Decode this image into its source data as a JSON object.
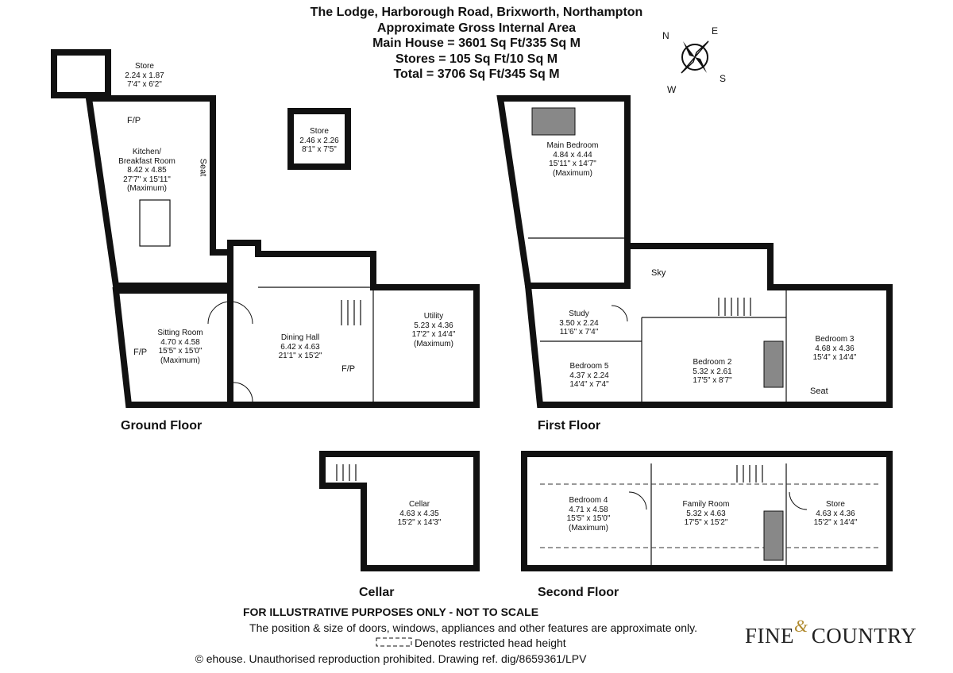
{
  "header": {
    "title": "The Lodge, Harborough Road, Brixworth, Northampton",
    "subtitle": "Approximate Gross Internal Area",
    "main_house": "Main House = 3601 Sq Ft/335 Sq M",
    "stores": "Stores = 105 Sq Ft/10 Sq M",
    "total": "Total = 3706 Sq Ft/345 Sq M"
  },
  "compass": {
    "n": "N",
    "e": "E",
    "s": "S",
    "w": "W"
  },
  "floors": {
    "ground": "Ground Floor",
    "first": "First Floor",
    "cellar": "Cellar",
    "second": "Second Floor"
  },
  "rooms": {
    "store_top": [
      "Store",
      "2.24 x 1.87",
      "7'4\" x 6'2\""
    ],
    "store_mid": [
      "Store",
      "2.46 x 2.26",
      "8'1\" x 7'5\""
    ],
    "kitchen": [
      "Kitchen/",
      "Breakfast Room",
      "8.42 x 4.85",
      "27'7\" x 15'11\"",
      "(Maximum)"
    ],
    "sitting": [
      "Sitting Room",
      "4.70 x 4.58",
      "15'5\" x 15'0\"",
      "(Maximum)"
    ],
    "dining": [
      "Dining Hall",
      "6.42 x 4.63",
      "21'1\" x 15'2\""
    ],
    "utility": [
      "Utility",
      "5.23 x 4.36",
      "17'2\" x 14'4\"",
      "(Maximum)"
    ],
    "main_bedroom": [
      "Main Bedroom",
      "4.84 x 4.44",
      "15'11\" x 14'7\"",
      "(Maximum)"
    ],
    "study": [
      "Study",
      "3.50 x 2.24",
      "11'6\" x 7'4\""
    ],
    "bedroom5": [
      "Bedroom 5",
      "4.37 x 2.24",
      "14'4\" x 7'4\""
    ],
    "bedroom2": [
      "Bedroom 2",
      "5.32 x 2.61",
      "17'5\" x 8'7\""
    ],
    "bedroom3": [
      "Bedroom 3",
      "4.68 x 4.36",
      "15'4\" x 14'4\""
    ],
    "cellar": [
      "Cellar",
      "4.63 x 4.35",
      "15'2\" x 14'3\""
    ],
    "bedroom4": [
      "Bedroom 4",
      "4.71 x 4.58",
      "15'5\" x 15'0\"",
      "(Maximum)"
    ],
    "family": [
      "Family Room",
      "5.32 x 4.63",
      "17'5\" x 15'2\""
    ],
    "store_second": [
      "Store",
      "4.63 x 4.36",
      "15'2\" x 14'4\""
    ]
  },
  "tags": {
    "fp_kitchen": "F/P",
    "seat_kitchen": "Seat",
    "fp_sitting": "F/P",
    "fp_dining": "F/P",
    "sky": "Sky",
    "seat_bed3": "Seat"
  },
  "footer": {
    "disclaimer": "FOR ILLUSTRATIVE PURPOSES ONLY - NOT TO SCALE",
    "note": "The position & size of doors, windows, appliances and other features are approximate only.",
    "legend": "Denotes restricted head height",
    "copyright": "© ehouse. Unauthorised reproduction prohibited. Drawing ref. dig/8659361/LPV"
  },
  "logo": {
    "text_left": "FINE",
    "amp": "&",
    "text_right": "COUNTRY"
  }
}
